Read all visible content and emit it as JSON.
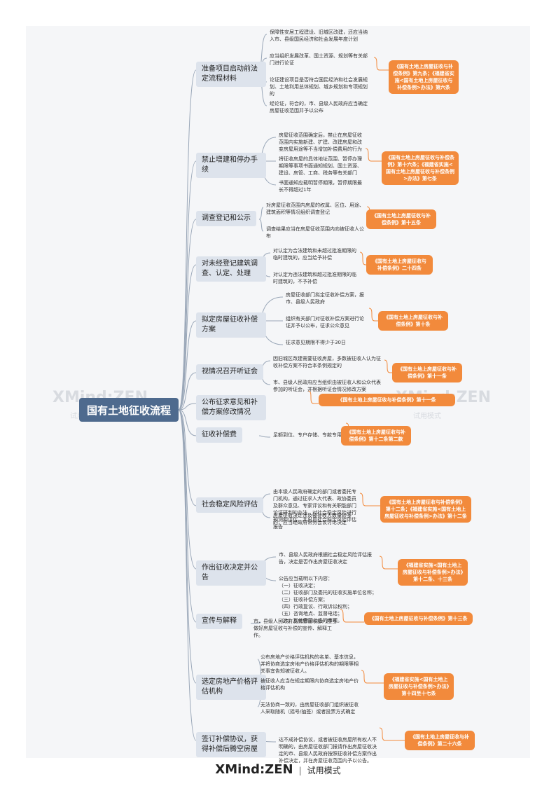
{
  "root": "国有土地征收流程",
  "branches": [
    {
      "label": "准备项目启动前法定流程材料",
      "leaves": [
        "保障性安居工程建设、旧城区改建，还应当纳入市、县级国民经济和社会发展年度计划",
        "应当组织发展改革、国土资源、规划等有关部门进行论证",
        "论证建设项目是否符合国民经济和社会发展规划、土地利用总体规划、城乡规划和专项规划的",
        "经论证，符合的，市、县级人民政府应当确定房屋征收范围并予以公布"
      ],
      "law": "《国有土地上房屋征收与补偿条例》第九条；《福建省实施<国有土地上房屋征收与补偿条例>办法》第六条"
    },
    {
      "label": "禁止增建和停办手续",
      "leaves": [
        "房屋征收范围确定后，禁止在房屋征收范围内实施新建、扩建、改建房屋和改变房屋用途等不当增加补偿费用的行为",
        "将征收房屋的具体地址范围、暂停办理期限等事项书面通知规划、国土资源、建设、房管、工商、税务等有关部门",
        "书面通知应载明暂停期限，暂停期限最长不得超过1年"
      ],
      "law": "《国有土地上房屋征收与补偿条例》第十六条；《福建省实施<国有土地上房屋征收与补偿条例>办法》第七条"
    },
    {
      "label": "调查登记和公示",
      "leaves": [
        "对房屋征收范围内房屋的权属、区位、用途、建筑面积等情况组织调查登记",
        "调查结果应当在房屋征收范围内向被征收人公布"
      ],
      "law": "《国有土地上房屋征收与补偿条例》第十五条"
    },
    {
      "label": "对未经登记建筑调查、认定、处理",
      "leaves": [
        "对认定为合法建筑和未超过批准期限的临时建筑的，应当给予补偿",
        "对认定为违法建筑和超过批准期限的临时建筑的，不予补偿"
      ],
      "law": "《国有土地上房屋征收与补偿条例》二十四条"
    },
    {
      "label": "拟定房屋征收补偿方案",
      "leaves": [
        "房屋征收部门拟定征收补偿方案，报市、县级人民政府",
        "组织有关部门对征收补偿方案进行论证并予以公布，征求公众意见",
        "征求意见期限不得少于30日"
      ],
      "law": "《国有土地上房屋征收与补偿条例》第十条"
    },
    {
      "label": "视情况召开听证会",
      "leaves": [
        "因旧城区改建需要征收房屋，多数被征收人认为征收补偿方案不符合本条例规定的",
        "市、县级人民政府应当组织由被征收人和公众代表参加的听证会，并根据听证会情况修改方案"
      ],
      "law": "《国有土地上房屋征收与补偿条例》第十一条"
    },
    {
      "label": "公布征求意见和补偿方案修改情况",
      "leaves": [],
      "law": "《国有土地上房屋征收与补偿条例》第十一条"
    },
    {
      "label": "征收补偿费",
      "leaves": [
        "足额到位、专户存储、专款专用"
      ],
      "law": "《国有土地上房屋征收与补偿条例》第十二条第二款"
    },
    {
      "label": "社会稳定风险评估",
      "leaves": [
        "由本级人民政府确定的部门或者委托专门机构，通过征求人大代表、政协委员及群众意见、专家评议和有关职能部门论证研判的办法，对社会稳定风险进行预测和评估，并出具社会稳定风险评估报告",
        "房屋征收决定涉及被征收人数量较多的，应当经政府常务会议讨论决定"
      ],
      "law": "《国有土地上房屋征收与补偿条例》第十二条；《福建省实施<国有土地上房屋征收与补偿条例>办法》第十二条"
    },
    {
      "label": "作出征收决定并公告",
      "leaves": [
        "市、县级人民政府根据社会稳定风险评估报告，决定是否作出房屋征收决定",
        "公告应当载明以下内容：\n（一）征收决定；\n（二）征收部门及委托的征收实施单位名称；\n（三）征收补偿方案；\n（四）行政复议、行政诉讼权利；\n（五）咨询地点、监督电话；\n（六）其他需要公告的事项。"
      ],
      "law": "《福建省实施<国有土地上房屋征收与补偿条例>办法》第十二条、十三条"
    },
    {
      "label": "宣传与解释",
      "leaves": [
        "市、县级人民政府及房屋征收部门应当做好房屋征收与补偿的宣传、解释工作。"
      ],
      "law": "《国有土地上房屋征收与补偿条例》第十三条"
    },
    {
      "label": "选定房地产价格评估机构",
      "leaves": [
        "公布房地产价格评估机构的名单、基本信息，并将协商选定房地产价格评估机构的期限等相关事宜告知被征收人。",
        "被征收人应当在规定期限内协商选定房地产价格评估机构",
        "无法协商一致的，由房屋征收部门组织被征收人采取随机（摇号/抽签）或者投票方式确定"
      ],
      "law": "《福建省实施<国有土地上房屋征收与补偿条例>办法》第十四至十七条"
    },
    {
      "label": "签订补偿协议，获得补偿后腾空房屋",
      "leaves": [
        "达不成补偿协议，或者被征收房屋所有权人不明确的，由房屋征收部门报请作出房屋征收决定的市、县级人民政府按照征收补偿方案作出补偿决定，并在房屋征收范围内予以公告。"
      ],
      "law": "《国有土地上房屋征收与补偿条例》第二十六条"
    }
  ],
  "watermark": {
    "brand": "XMind:ZEN",
    "mode": "试用模式"
  },
  "footer": {
    "brand": "XMind:ZEN",
    "mode": "试用模式"
  }
}
